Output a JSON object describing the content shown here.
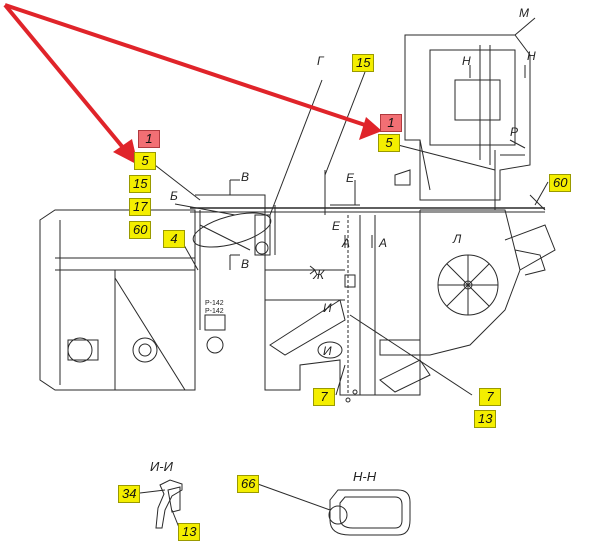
{
  "tags": {
    "t1_left": "1",
    "t5_left": "5",
    "t15_left": "15",
    "t17": "17",
    "t60_left": "60",
    "t4": "4",
    "t15_top": "15",
    "t1_mid": "1",
    "t5_mid": "5",
    "t60_right": "60",
    "t7_left": "7",
    "t7_right": "7",
    "t13_right": "13",
    "t34": "34",
    "t13_bottom": "13",
    "t66": "66"
  },
  "letters": {
    "M": "М",
    "N1": "Н",
    "N2": "Н",
    "R": "Р",
    "G": "Г",
    "B": "Б",
    "V1": "В",
    "V2": "В",
    "E1": "Е",
    "E2": "Е",
    "A1": "А",
    "A2": "А",
    "Zh": "Ж",
    "I1": "И",
    "I2": "И",
    "L": "Л"
  },
  "small_labels": {
    "p1": "Р-142",
    "p2": "Р-142"
  },
  "sections": {
    "ii": "И-И",
    "nn": "Н-Н"
  },
  "colors": {
    "arrow": "#e0242a",
    "line": "#2a2a2a",
    "tag_yellow": "#f4ee00",
    "tag_red": "#f26f74"
  }
}
